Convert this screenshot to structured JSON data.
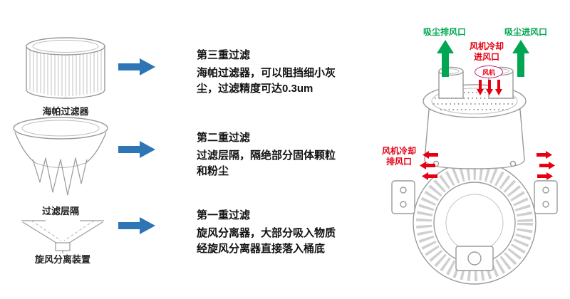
{
  "stages": [
    {
      "caption": "海帕过滤器",
      "title": "第三重过滤",
      "desc": "海帕过滤器，可以阻挡细小灰尘，过滤精度可达0.3um"
    },
    {
      "caption": "过滤层隔",
      "title": "第二重过滤",
      "desc": "过滤层隔，隔绝部分固体颗粒和粉尘"
    },
    {
      "caption": "旋风分离装置",
      "title": "第一重过滤",
      "desc": "旋风分离器，大部分吸入物质经旋风分离器直接落入桶底"
    }
  ],
  "machine": {
    "dust_exhaust": "吸尘排风口",
    "dust_inlet": "吸尘进风口",
    "fan_cooling_inlet": "风机冷却\n进风口",
    "fan_badge": "风机",
    "fan_cooling_outlet": "风机冷却\n排风口"
  },
  "colors": {
    "blue": "#2e75b6",
    "green": "#00a651",
    "red": "#e60012",
    "magenta": "#c9267f"
  }
}
